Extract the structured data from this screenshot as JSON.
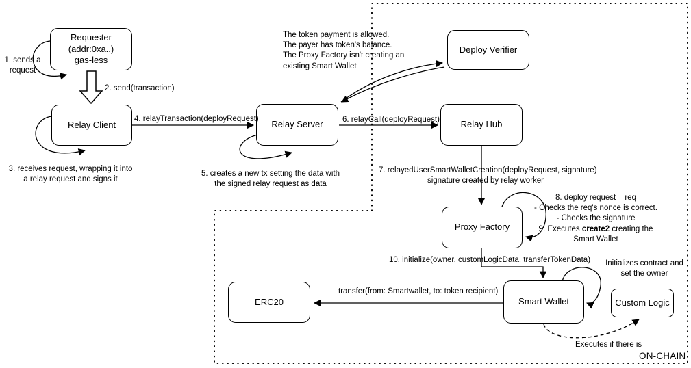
{
  "diagram_title": "Relay transaction / smart wallet deployment flow",
  "colors": {
    "stroke": "#000000",
    "background": "#ffffff"
  },
  "nodes": {
    "requester": {
      "line1": "Requester",
      "line2": "(addr:0xa..)",
      "line3": "gas-less"
    },
    "relay_client": {
      "label": "Relay Client"
    },
    "relay_server": {
      "label": "Relay Server"
    },
    "deploy_verifier": {
      "label": "Deploy Verifier"
    },
    "relay_hub": {
      "label": "Relay Hub"
    },
    "proxy_factory": {
      "label": "Proxy Factory"
    },
    "smart_wallet": {
      "label": "Smart Wallet"
    },
    "custom_logic": {
      "label": "Custom Logic"
    },
    "erc20": {
      "label": "ERC20"
    }
  },
  "labels": {
    "step1": {
      "line1": "1. sends a",
      "line2": "request"
    },
    "step2": "2. send(transaction)",
    "step3": {
      "line1": "3. receives request, wrapping it into",
      "line2": "a relay request and signs it"
    },
    "step4": "4. relayTransaction(deployRequest)",
    "step5": {
      "line1": "5. creates a new tx setting the data with",
      "line2": "the signed relay request as data"
    },
    "step6": "6. relayCall(deployRequest)",
    "step7": {
      "line1": "7. relayedUserSmartWalletCreation(deployRequest, signature)",
      "line2": "signature created by relay worker"
    },
    "verifier_note": {
      "line1": "The token payment is allowed.",
      "line2": "The payer has token's balance.",
      "line3": "The Proxy Factory isn't creating an",
      "line4": "existing Smart Wallet"
    },
    "step8_9": {
      "line1": "8. deploy request = req",
      "line2": "- Checks the req's nonce is correct.",
      "line3": "- Checks the signature",
      "line4_prefix": "9. Executes ",
      "line4_bold": "create2",
      "line4_suffix": " creating the",
      "line5": "Smart Wallet"
    },
    "step10": "10. initialize(owner, customLogicData, transferTokenData)",
    "init_note": {
      "line1": "Initializes contract and",
      "line2": "set the owner"
    },
    "transfer": "transfer(from: Smartwallet, to: token recipient)",
    "executes_note": "Executes if there is",
    "onchain": "ON-CHAIN"
  }
}
